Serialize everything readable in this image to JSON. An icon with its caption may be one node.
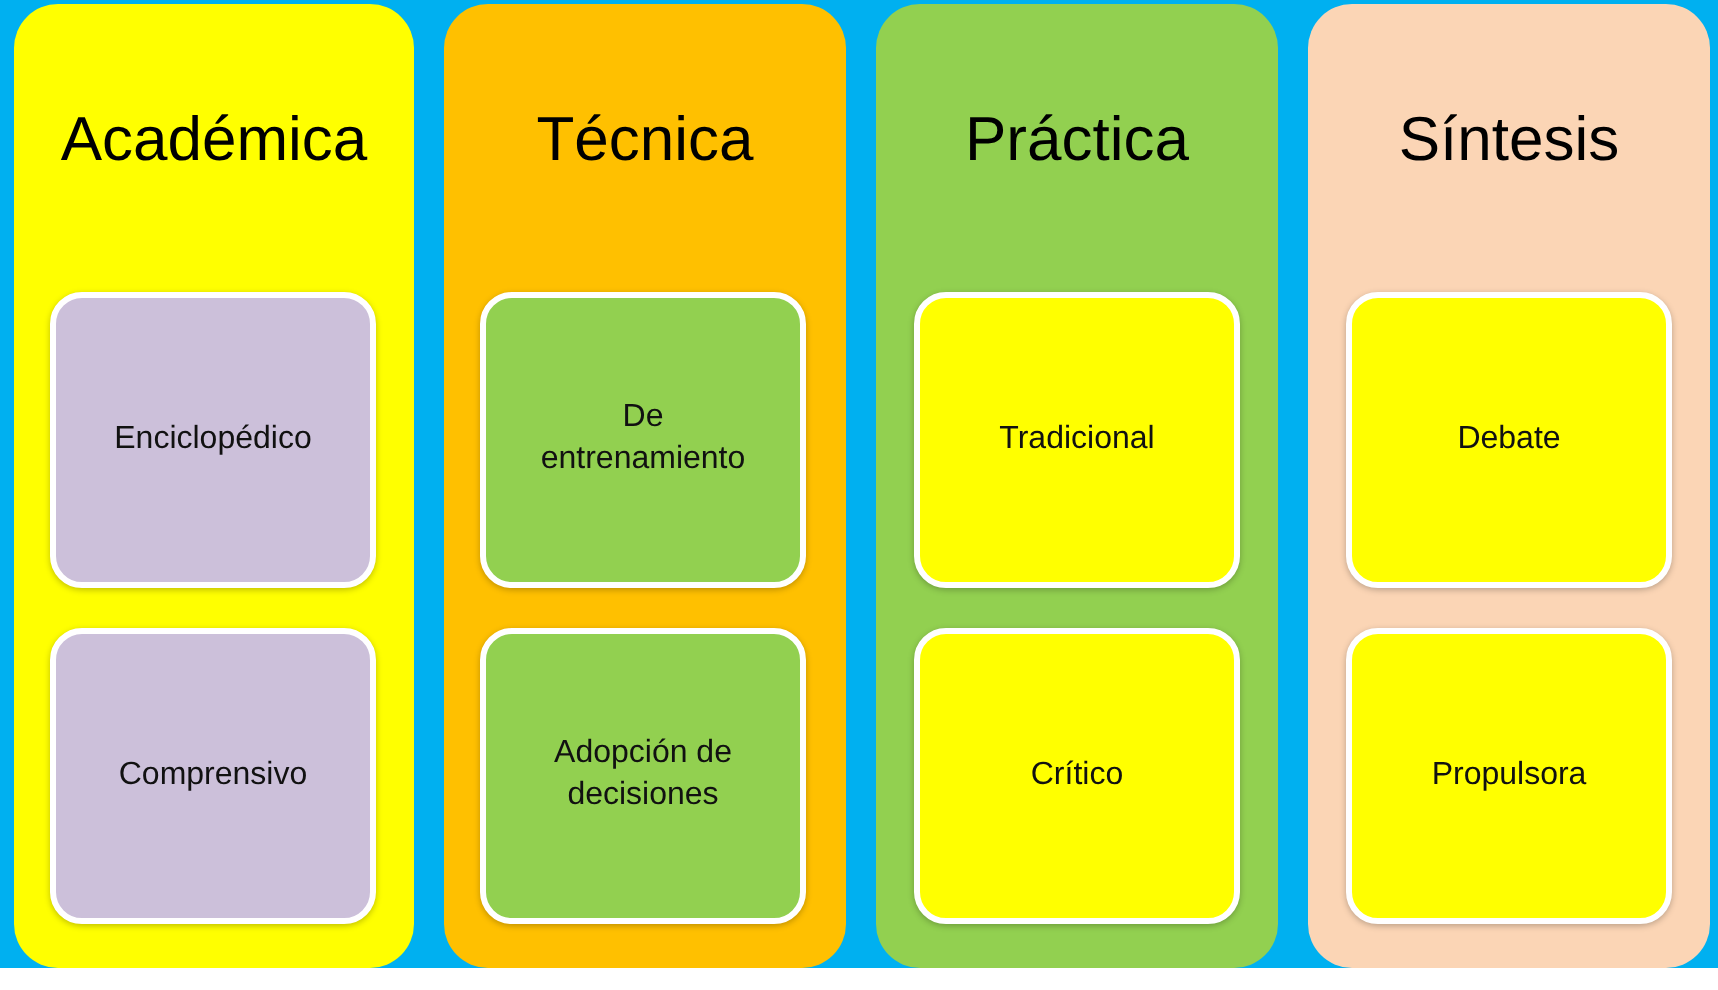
{
  "diagram": {
    "nodes": [
      {
        "text": [
          "Académica"
        ]
      },
      {
        "text": [
          "Enciclopédico"
        ],
        "in": 0
      },
      {
        "text": [
          "Comprensivo"
        ],
        "in": 0
      },
      {
        "text": [
          "Técnica"
        ]
      },
      {
        "text": [
          "De entrenamiento"
        ],
        "in": 3
      },
      {
        "text": [
          "Adopción de decisiones"
        ],
        "in": 3
      },
      {
        "text": [
          "Práctica"
        ]
      },
      {
        "text": [
          "Tradicional"
        ],
        "in": 6
      },
      {
        "text": [
          "Crítico"
        ],
        "in": 6
      },
      {
        "text": [
          "Síntesis"
        ]
      },
      {
        "text": [
          "Debate"
        ],
        "in": 9
      },
      {
        "text": [
          "Propulsora"
        ],
        "in": 9
      }
    ]
  }
}
